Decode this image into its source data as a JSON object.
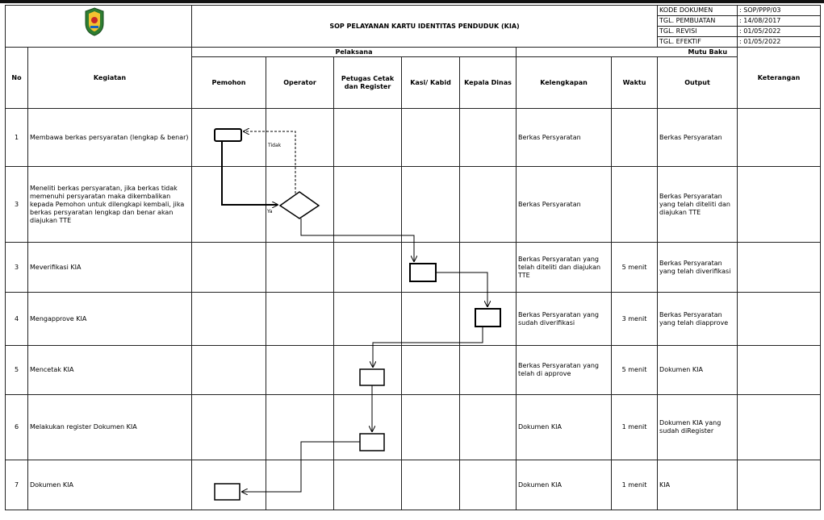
{
  "header": {
    "title": "SOP PELAYANAN KARTU IDENTITAS PENDUDUK (KIA)",
    "meta": [
      {
        "label": "KODE DOKUMEN",
        "value": ": SOP/PPP/03"
      },
      {
        "label": "TGL. PEMBUATAN",
        "value": ": 14/08/2017"
      },
      {
        "label": "TGL. REVISI",
        "value": ": 01/05/2022"
      },
      {
        "label": "TGL. EFEKTIF",
        "value": ": 01/05/2022"
      }
    ]
  },
  "columns": {
    "no": "No",
    "kegiatan": "Kegiatan",
    "pelaksana": "Pelaksana",
    "pemohon": "Pemohon",
    "operator": "Operator",
    "petugas": "Petugas Cetak dan Register",
    "kasi": "Kasi/ Kabid",
    "kepala": "Kepala Dinas",
    "mutu": "Mutu Baku",
    "kelengkapan": "Kelengkapan",
    "waktu": "Waktu",
    "output": "Output",
    "keterangan": "Keterangan"
  },
  "rows": [
    {
      "no": "1",
      "kegiatan": "Membawa berkas persyaratan (lengkap & benar)",
      "kelengkapan": "Berkas Persyaratan",
      "waktu": "",
      "output": "Berkas Persyaratan",
      "keterangan": ""
    },
    {
      "no": "3",
      "kegiatan": "Meneliti berkas persyaratan, jika berkas tidak memenuhi persyaratan maka dikembalikan kepada Pemohon untuk dilengkapi kembali, jika berkas persyaratan lengkap dan benar akan diajukan TTE",
      "kelengkapan": "Berkas Persyaratan",
      "waktu": "",
      "output": "Berkas Persyaratan yang telah diteliti dan diajukan TTE",
      "keterangan": ""
    },
    {
      "no": "3",
      "kegiatan": "Meverifikasi  KIA",
      "kelengkapan": "Berkas Persyaratan yang telah diteliti dan diajukan TTE",
      "waktu": "5 menit",
      "output": "Berkas Persyaratan yang telah diverifikasi",
      "keterangan": ""
    },
    {
      "no": "4",
      "kegiatan": "Mengapprove KIA",
      "kelengkapan": "Berkas Persyaratan yang sudah diverifikasi",
      "waktu": "3 menit",
      "output": "Berkas Persyaratan yang telah diapprove",
      "keterangan": ""
    },
    {
      "no": "5",
      "kegiatan": "Mencetak KIA",
      "kelengkapan": "Berkas Persyaratan yang telah di approve",
      "waktu": "5 menit",
      "output": "Dokumen KIA",
      "keterangan": ""
    },
    {
      "no": "6",
      "kegiatan": "Melakukan register Dokumen KIA",
      "kelengkapan": "Dokumen KIA",
      "waktu": "1 menit",
      "output": "Dokumen KIA yang sudah diRegister",
      "keterangan": ""
    },
    {
      "no": "7",
      "kegiatan": "Dokumen KIA",
      "kelengkapan": "Dokumen KIA",
      "waktu": "1 menit",
      "output": "KIA",
      "keterangan": ""
    }
  ],
  "flow_labels": {
    "tidak": "Tidak",
    "ya": "Ya"
  }
}
